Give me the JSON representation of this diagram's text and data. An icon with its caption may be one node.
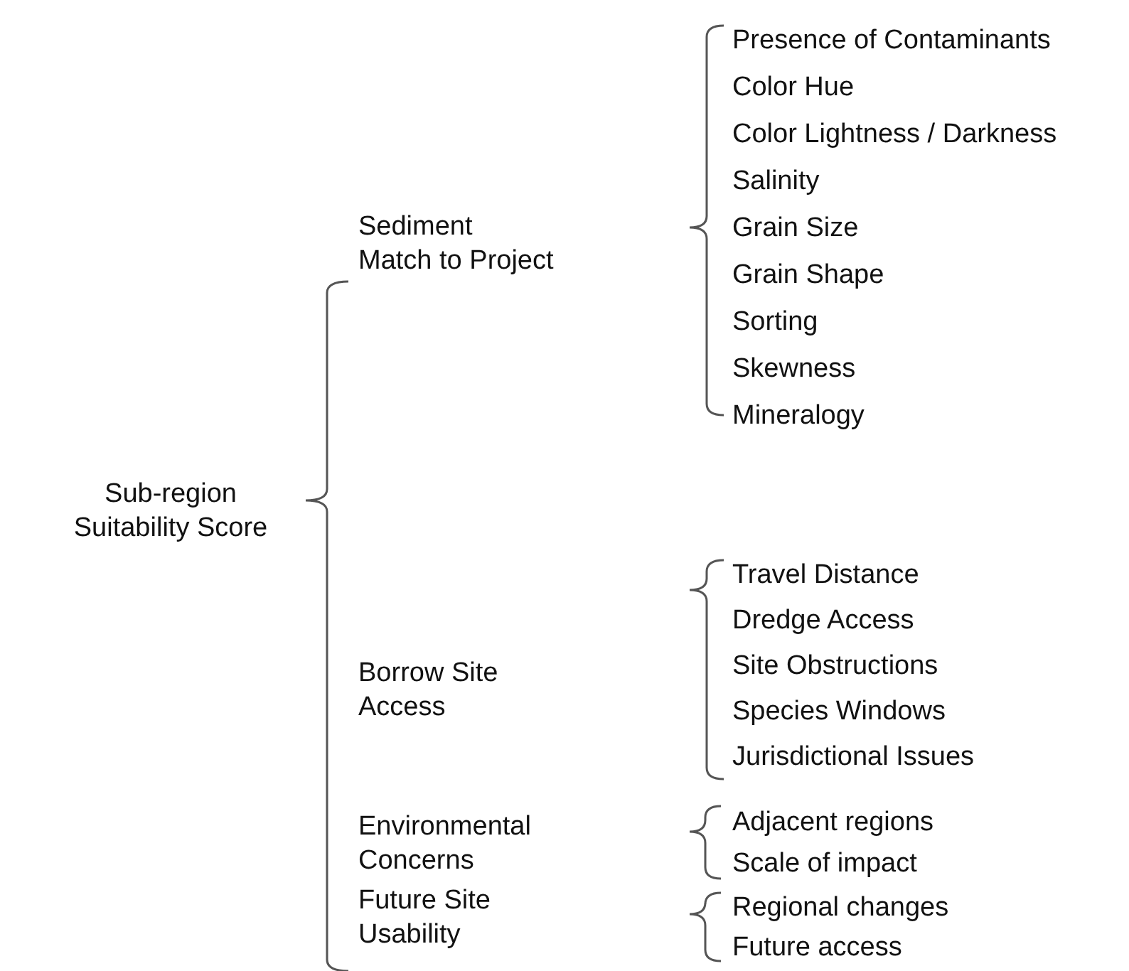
{
  "diagram": {
    "labels": [
      "Sub-region Suitability Score",
      "Sediment Match to Project",
      "Presence of Contaminants",
      "Color Hue",
      "Color Lightness / Darkness",
      "Salinity",
      "Grain Size",
      "Grain Shape",
      "Sorting",
      "Skewness",
      "Mineralogy",
      "Borrow Site Access",
      "Travel Distance",
      "Dredge Access",
      "Site Obstructions",
      "Species Windows",
      "Jurisdictional Issues",
      "Environmental Concerns",
      "Adjacent regions",
      "Scale of impact",
      "Future Site Usability",
      "Regional changes",
      "Future access"
    ]
  }
}
